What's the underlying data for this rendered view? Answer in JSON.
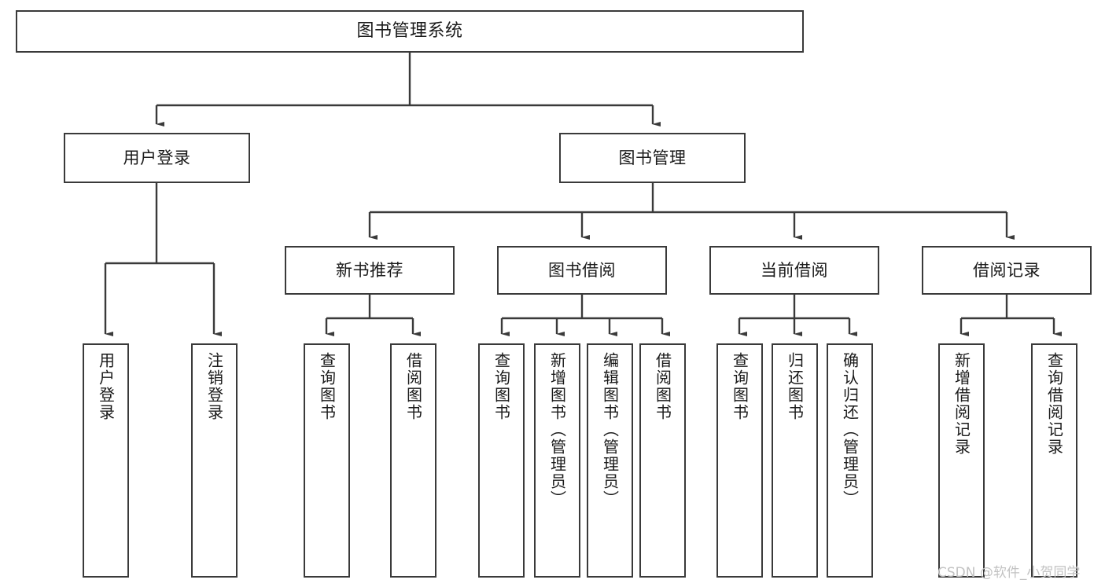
{
  "diagram": {
    "title": "图书管理系统",
    "watermark": "CSDN @软件_小贺同学",
    "colors": {
      "stroke": "#3a3a3a",
      "fill": "#ffffff",
      "text": "#1a1a1a",
      "watermark": "#c2c2c2"
    },
    "nodes": {
      "root": {
        "label": "图书管理系统"
      },
      "level2": [
        {
          "id": "user-login",
          "label": "用户登录"
        },
        {
          "id": "book-manage",
          "label": "图书管理"
        }
      ],
      "level3": [
        {
          "id": "new-book-recommend",
          "label": "新书推荐"
        },
        {
          "id": "book-borrow",
          "label": "图书借阅"
        },
        {
          "id": "current-borrow",
          "label": "当前借阅"
        },
        {
          "id": "borrow-record",
          "label": "借阅记录"
        }
      ],
      "leaves": {
        "user-login": [
          {
            "id": "leaf-user-login",
            "label": "用户登录"
          },
          {
            "id": "leaf-logout-login",
            "label": "注销登录"
          }
        ],
        "new-book-recommend": [
          {
            "id": "leaf-query-book-1",
            "label": "查询图书"
          },
          {
            "id": "leaf-borrow-book-1",
            "label": "借阅图书"
          }
        ],
        "book-borrow": [
          {
            "id": "leaf-query-book-2",
            "label": "查询图书"
          },
          {
            "id": "leaf-add-book",
            "label": "新增图书（管理员）"
          },
          {
            "id": "leaf-edit-book",
            "label": "编辑图书（管理员）"
          },
          {
            "id": "leaf-borrow-book-2",
            "label": "借阅图书"
          }
        ],
        "current-borrow": [
          {
            "id": "leaf-query-book-3",
            "label": "查询图书"
          },
          {
            "id": "leaf-return-book",
            "label": "归还图书"
          },
          {
            "id": "leaf-confirm-return",
            "label": "确认归还（管理员）"
          }
        ],
        "borrow-record": [
          {
            "id": "leaf-add-record",
            "label": "新增借阅记录"
          },
          {
            "id": "leaf-query-record",
            "label": "查询借阅记录"
          }
        ]
      }
    }
  }
}
